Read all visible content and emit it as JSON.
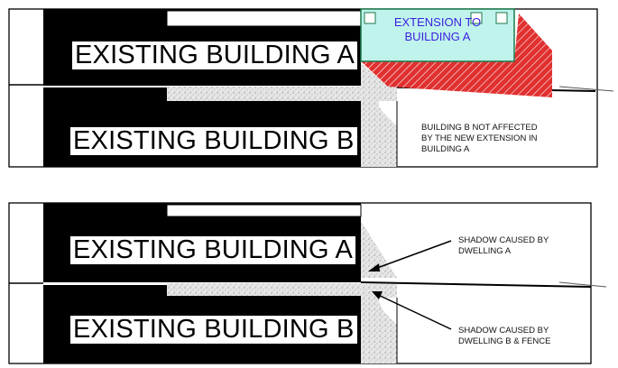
{
  "top_panel": {
    "building_a_label": "EXISTING BUILDING A",
    "building_b_label": "EXISTING BUILDING B",
    "extension_label_line1": "EXTENSION TO",
    "extension_label_line2": "BUILDING A",
    "note_lines": [
      "BUILDING B NOT AFFECTED",
      "BY THE NEW EXTENSION IN",
      "BUILDING A"
    ]
  },
  "bottom_panel": {
    "building_a_label": "EXISTING BUILDING A",
    "building_b_label": "EXISTING BUILDING B",
    "callout_a_lines": [
      "SHADOW CAUSED BY",
      "DWELLING A"
    ],
    "callout_b_lines": [
      "SHADOW CAUSED BY",
      "DWELLING B & FENCE"
    ]
  },
  "colors": {
    "building": "#000000",
    "shadow": "#e6e6e6",
    "extension": "#bff3ec",
    "extension_shadow": "#e03030",
    "extension_text": "#3b1fe0"
  }
}
